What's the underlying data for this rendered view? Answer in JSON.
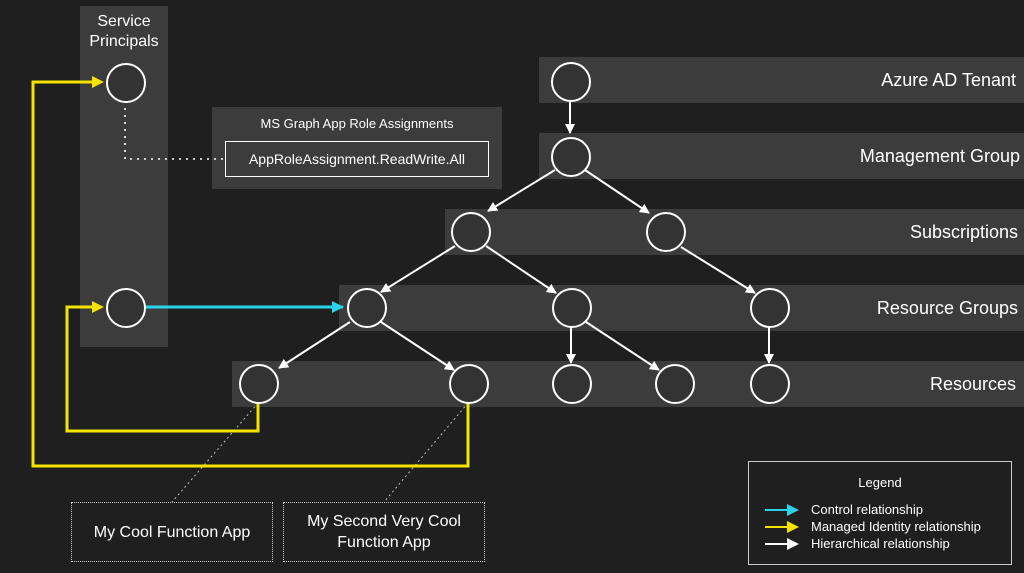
{
  "service_principals": {
    "title_line1": "Service",
    "title_line2": "Principals"
  },
  "graph_permissions": {
    "title": "MS Graph App Role Assignments",
    "permission": "AppRoleAssignment.ReadWrite.All"
  },
  "hierarchy_levels": [
    {
      "label": "Azure AD Tenant"
    },
    {
      "label": "Management Group"
    },
    {
      "label": "Subscriptions"
    },
    {
      "label": "Resource Groups"
    },
    {
      "label": "Resources"
    }
  ],
  "apps": [
    {
      "line1": "My Cool Function App",
      "line2": ""
    },
    {
      "line1": "My Second Very Cool",
      "line2": "Function App"
    }
  ],
  "legend": {
    "title": "Legend",
    "items": [
      {
        "label": "Control relationship",
        "color": "#29d3ea"
      },
      {
        "label": "Managed Identity relationship",
        "color": "#f5e400"
      },
      {
        "label": "Hierarchical relationship",
        "color": "#ffffff"
      }
    ]
  },
  "colors": {
    "background": "#1f1f1f",
    "band": "#3c3c3c",
    "control": "#29d3ea",
    "managed_identity": "#f5e400",
    "hierarchical": "#ffffff"
  }
}
